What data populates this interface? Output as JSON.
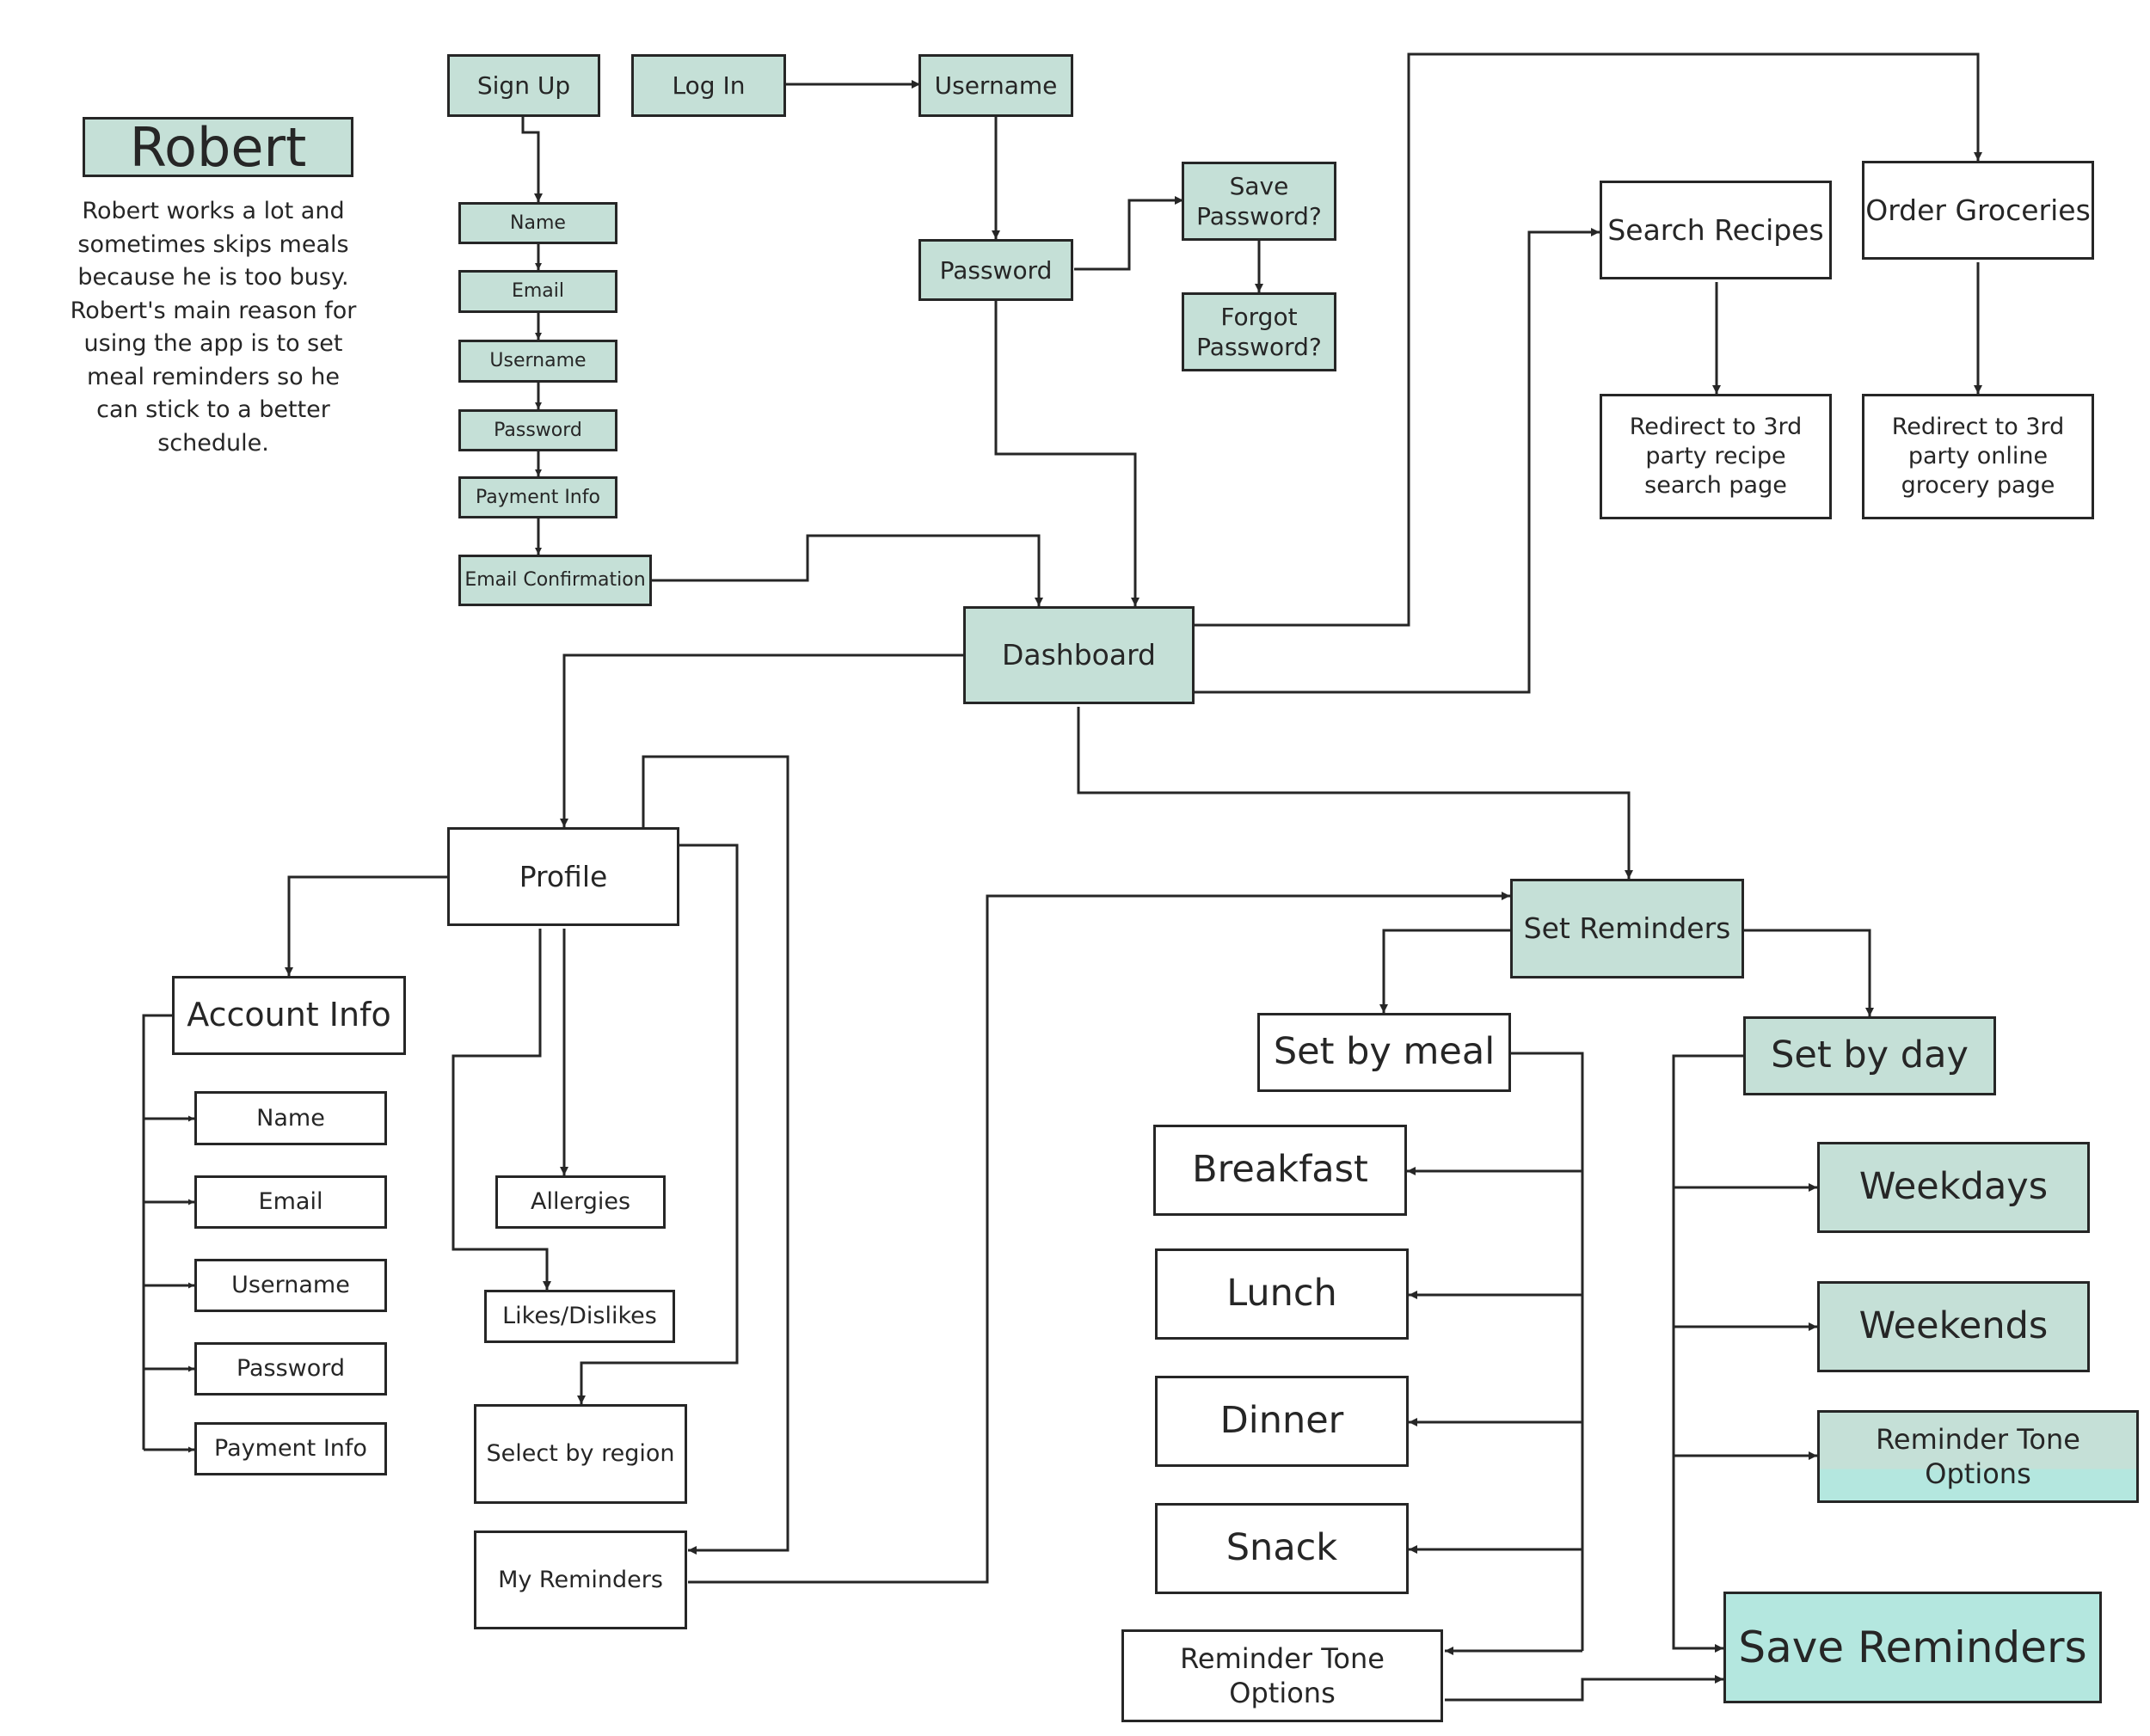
{
  "persona": {
    "name": "Robert",
    "description": "Robert works a lot and sometimes skips meals because he is too busy. Robert's main reason for using the app is to set meal reminders so he can stick to a better schedule."
  },
  "nodes": {
    "sign_up": "Sign Up",
    "log_in": "Log In",
    "login_username": "Username",
    "login_password": "Password",
    "save_password": "Save Password?",
    "forgot_password": "Forgot Password?",
    "signup_name": "Name",
    "signup_email": "Email",
    "signup_username": "Username",
    "signup_password": "Password",
    "signup_payment": "Payment Info",
    "email_confirmation": "Email Confirmation",
    "dashboard": "Dashboard",
    "search_recipes": "Search Recipes",
    "order_groceries": "Order Groceries",
    "recipe_redirect": "Redirect to 3rd party recipe search page",
    "grocery_redirect": "Redirect to 3rd party online grocery page",
    "profile": "Profile",
    "account_info": "Account Info",
    "account_name": "Name",
    "account_email": "Email",
    "account_username": "Username",
    "account_password": "Password",
    "account_payment": "Payment Info",
    "allergies": "Allergies",
    "likes_dislikes": "Likes/Dislikes",
    "select_region": "Select by region",
    "my_reminders": "My Reminders",
    "set_reminders": "Set Reminders",
    "set_by_meal": "Set by meal",
    "set_by_day": "Set by day",
    "breakfast": "Breakfast",
    "lunch": "Lunch",
    "dinner": "Dinner",
    "snack": "Snack",
    "meal_tone": "Reminder Tone Options",
    "weekdays": "Weekdays",
    "weekends": "Weekends",
    "day_tone": "Reminder Tone Options",
    "save_reminders": "Save Reminders"
  },
  "colors": {
    "line": "#262626",
    "node_teal": "#c5e0d7",
    "node_aqua": "#b4e7df",
    "node_white": "#ffffff"
  }
}
